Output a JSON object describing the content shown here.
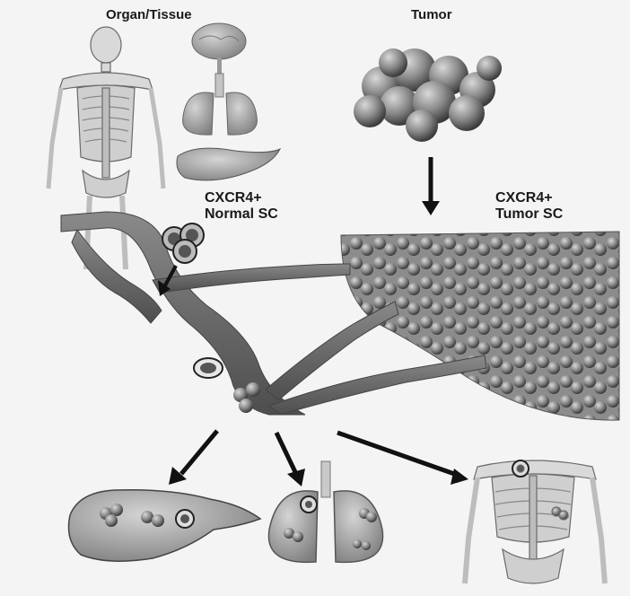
{
  "labels": {
    "organ_tissue": "Organ/Tissue",
    "tumor": "Tumor",
    "normal_sc_line1": "CXCR4+",
    "normal_sc_line2": "Normal SC",
    "tumor_sc_line1": "CXCR4+",
    "tumor_sc_line2": "Tumor SC"
  },
  "colors": {
    "vessel": "#6f6f6f",
    "vessel_dark": "#4a4a4a",
    "tissue": "#9a9a9a",
    "bone": "#cfcfcf",
    "arrow": "#111111",
    "cell_ring": "#2a2a2a",
    "cell_fill": "#555555"
  }
}
